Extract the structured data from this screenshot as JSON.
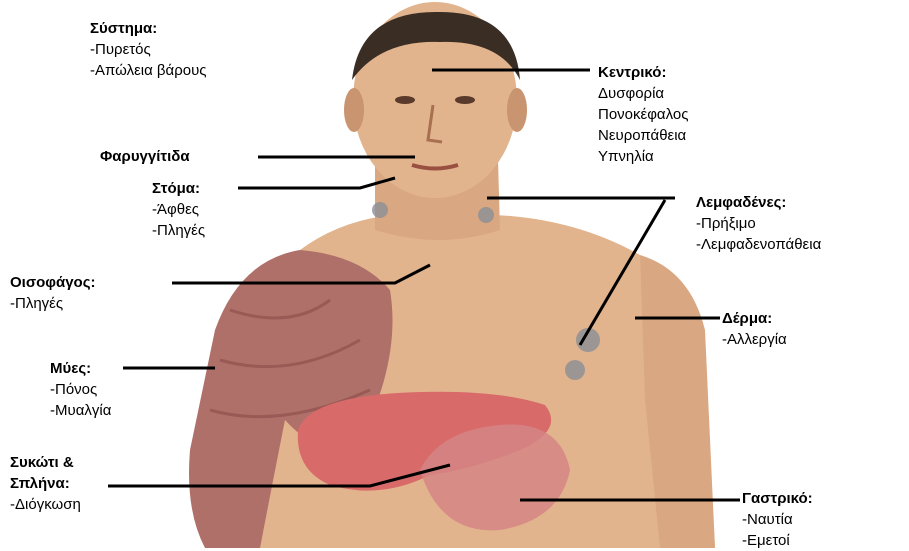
{
  "labels": {
    "systemic": {
      "title": "Σύστημα:",
      "items": [
        "-Πυρετός",
        "-Απώλεια βάρους"
      ]
    },
    "central": {
      "title": "Κεντρικό:",
      "items": [
        "Δυσφορία",
        "Πονοκέφαλος",
        "Νευροπάθεια",
        "Υπνηλία"
      ]
    },
    "pharyngitis": {
      "title": "Φαρυγγίτιδα",
      "items": []
    },
    "mouth": {
      "title": "Στόμα:",
      "items": [
        "-Άφθες",
        "-Πληγές"
      ]
    },
    "lymph_nodes": {
      "title": "Λεμφαδένες:",
      "items": [
        "-Πρήξιμο",
        "-Λεμφαδενοπάθεια"
      ]
    },
    "esophagus": {
      "title": "Οισοφάγος:",
      "items": [
        "-Πληγές"
      ]
    },
    "skin": {
      "title": "Δέρμα:",
      "items": [
        "-Αλλεργία"
      ]
    },
    "muscles": {
      "title": "Μύες:",
      "items": [
        "-Πόνος",
        "-Μυαλγία"
      ]
    },
    "liver_spleen": {
      "title_line1": "Συκώτι &",
      "title_line2": "Σπλήνα:",
      "items": [
        "-Διόγκωση"
      ]
    },
    "gastric": {
      "title": "Γαστρικό:",
      "items": [
        "-Ναυτία",
        "-Εμετοί"
      ]
    }
  },
  "colors": {
    "skin": "#e2b48e",
    "skin_dark": "#c99470",
    "hair": "#3a2e24",
    "muscle": "#b0706a",
    "organ": "#d96a6a",
    "leader": "#000000"
  }
}
